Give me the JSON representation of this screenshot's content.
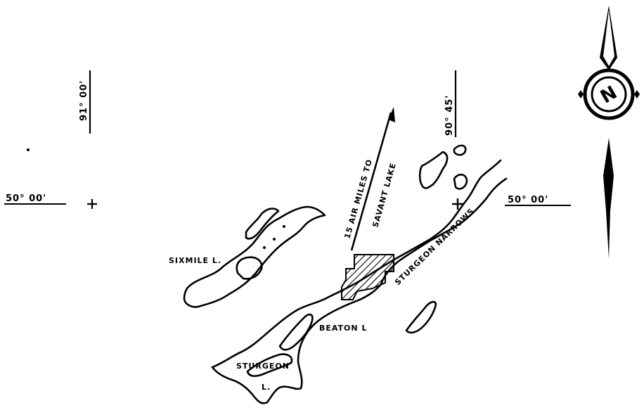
{
  "map": {
    "colors": {
      "ink": "#000000",
      "paper": "#ffffff"
    },
    "coordinates": {
      "lat_left": "50° 00'",
      "lat_right": "50° 00'",
      "lon_left": "91° 00'",
      "lon_right": "90° 45'"
    },
    "labels": {
      "sixmile": "SIXMILE L.",
      "sturgeon_narrows": "STURGEON NARROWS",
      "beaton": "BEATON L",
      "sturgeon_a": "STURGEON",
      "sturgeon_b": "L.",
      "arrow_line1": "15 AIR MILES TO",
      "arrow_line2": "SAVANT LAKE"
    },
    "north_arrow": {
      "letter": "N",
      "icon": "compass-rose-icon"
    }
  }
}
